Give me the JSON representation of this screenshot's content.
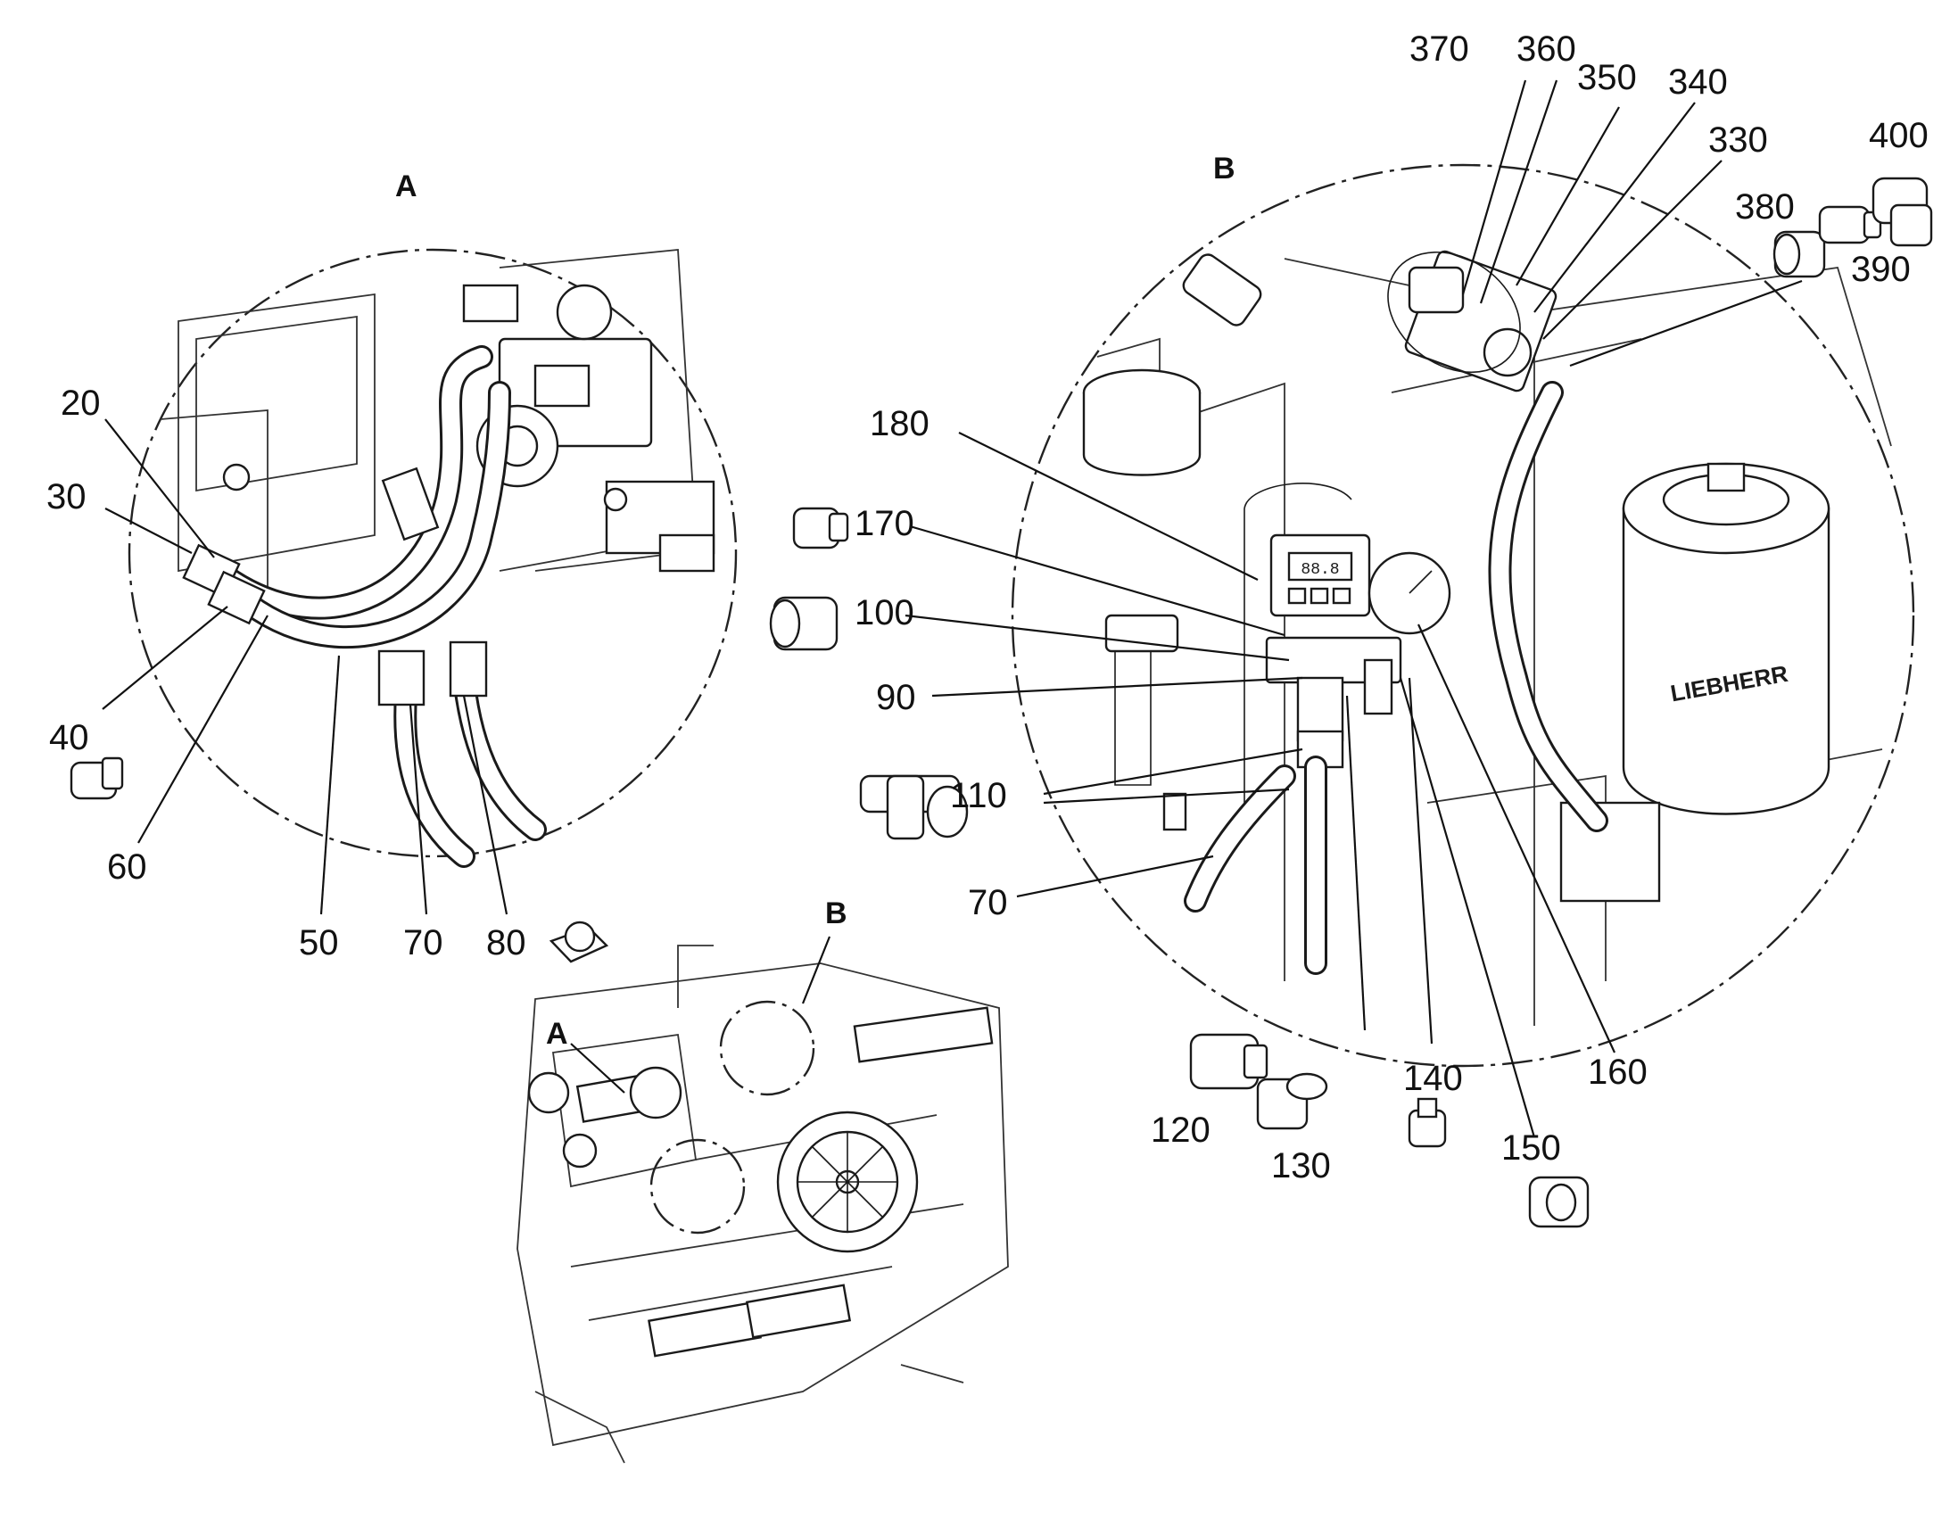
{
  "views": {
    "A": {
      "title": "A",
      "callouts": [
        "20",
        "30",
        "40",
        "50",
        "60",
        "70",
        "80"
      ]
    },
    "B": {
      "title": "B",
      "callouts": [
        "70",
        "90",
        "100",
        "110",
        "120",
        "130",
        "140",
        "150",
        "160",
        "170",
        "180",
        "330",
        "340",
        "350",
        "360",
        "370",
        "380",
        "390",
        "400"
      ]
    },
    "overview": {
      "label_a": "A",
      "label_b": "B"
    }
  },
  "brand_mark": "LIEBHERR",
  "gauge_display": "88.8"
}
